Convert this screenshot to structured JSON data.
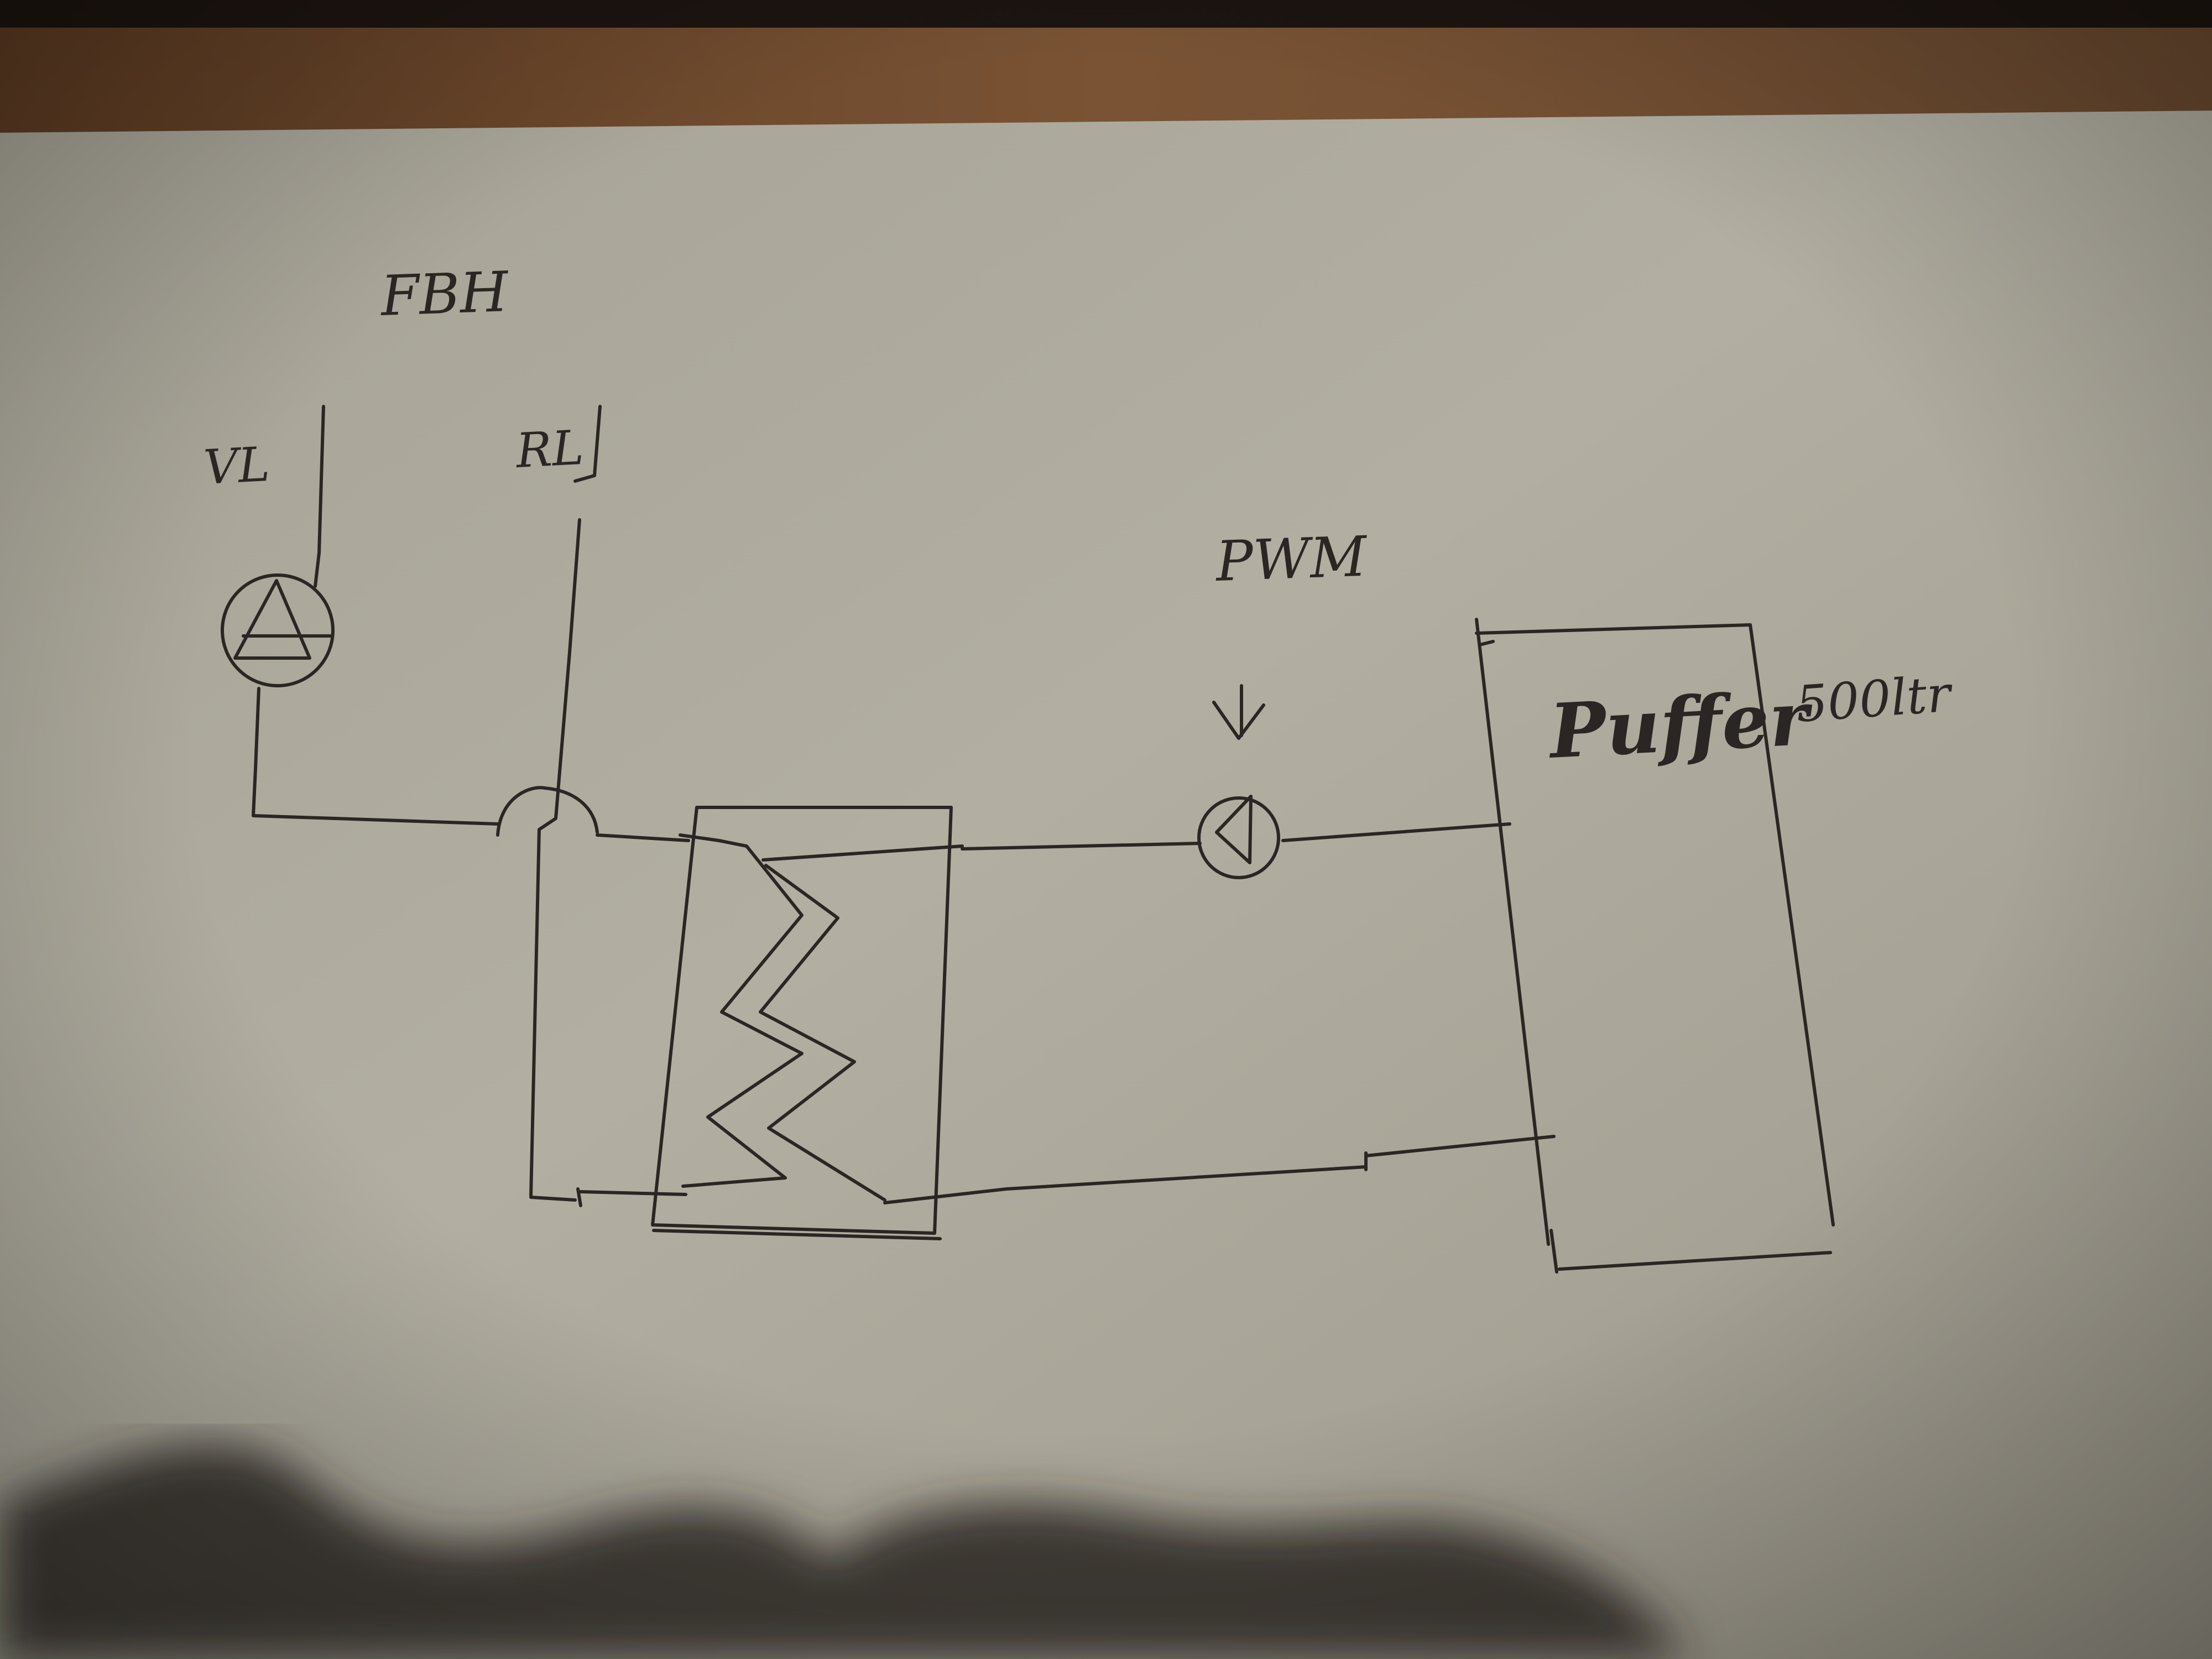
{
  "labels": {
    "circuit": "FBH",
    "supply": "VL",
    "return": "RL",
    "pump_control": "PWM",
    "tank": "Puffer",
    "tank_volume": "500ltr"
  },
  "icons": {
    "floor_heating_pump": "pump-icon",
    "pwm_pump": "pump-icon",
    "pwm_arrow": "arrow-down-icon",
    "heat_exchanger": "heat-exchanger-coil-icon",
    "buffer_tank": "tank-icon"
  }
}
